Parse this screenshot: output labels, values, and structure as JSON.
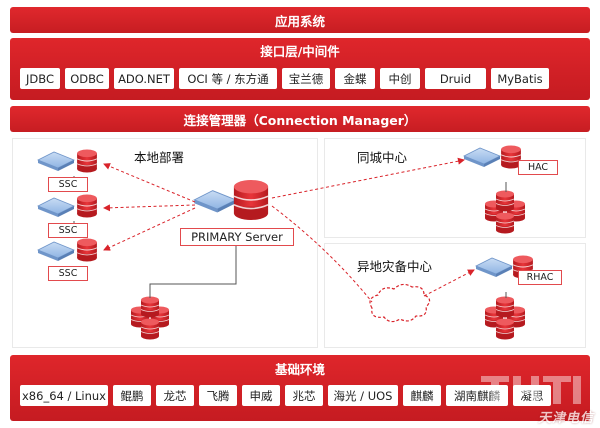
{
  "top_band": "应用系统",
  "interface_layer": {
    "title": "接口层/中间件",
    "items": [
      "JDBC",
      "ODBC",
      "ADO.NET",
      "OCI 等 / 东方通",
      "宝兰德",
      "金蝶",
      "中创",
      "Druid",
      "MyBatis"
    ]
  },
  "connection_manager": "连接管理器（Connection Manager）",
  "zones": {
    "local": "本地部署",
    "same_city": "同城中心",
    "remote": "异地灾备中心"
  },
  "nodes": {
    "ssc_1": "SSC",
    "ssc_2": "SSC",
    "ssc_3": "SSC",
    "primary": "PRIMARY Server",
    "hac": "HAC",
    "rhac": "RHAC"
  },
  "base_layer": {
    "title": "基础环境",
    "items": [
      "x86_64 / Linux",
      "鲲鹏",
      "龙芯",
      "飞腾",
      "申威",
      "兆芯",
      "海光 / UOS",
      "麒麟",
      "湖南麒麟",
      "凝思"
    ]
  },
  "colors": {
    "brand_red": "#d9232a",
    "server_blue": "#8fb4e3",
    "db_red": "#e0262b",
    "link_red": "#d9232a"
  },
  "watermark": "天津电信"
}
